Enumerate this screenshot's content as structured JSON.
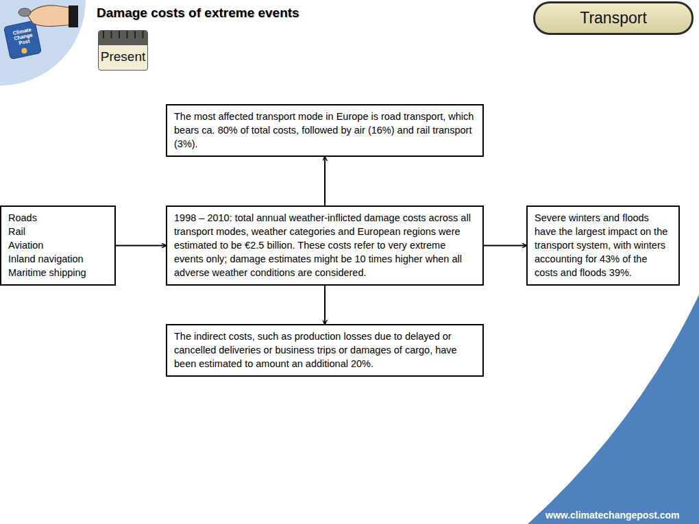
{
  "diagram": {
    "title": "Damage costs of extreme events",
    "nodes": [
      {
        "text": [
          "Transport"
        ]
      },
      {
        "text": [
          "Present"
        ]
      },
      {
        "text": [
          "The most affected transport mode in Europe is road transport, which bears ca. 80% of total costs, followed by air (16%) and rail transport (3%)."
        ]
      },
      {
        "text": [
          "Roads",
          "Rail",
          "Aviation",
          "Inland navigation",
          "Maritime shipping"
        ]
      },
      {
        "text": [
          "1998 – 2010: total annual weather-inflicted damage costs across all transport modes, weather categories and European regions were estimated to be €2.5 billion. These costs refer to very extreme events only; damage estimates might be 10 times higher when all adverse weather conditions are considered."
        ]
      },
      {
        "text": [
          "Severe winters and floods have the largest impact on the transport system, with winters accounting for 43% of the costs and floods 39%."
        ]
      },
      {
        "text": [
          "The indirect costs, such as production losses due to delayed or cancelled deliveries or business trips or damages of cargo, have been estimated to amount an additional 20%."
        ]
      }
    ],
    "edges": [
      {
        "from": 3,
        "to": 4,
        "arrow": "to"
      },
      {
        "from": 4,
        "to": 2,
        "arrow": "to"
      },
      {
        "from": 4,
        "to": 5,
        "arrow": "to"
      },
      {
        "from": 4,
        "to": 6,
        "arrow": "to"
      }
    ],
    "labels": [
      "Climate Change Post",
      "www.climatechangepost.com"
    ]
  }
}
